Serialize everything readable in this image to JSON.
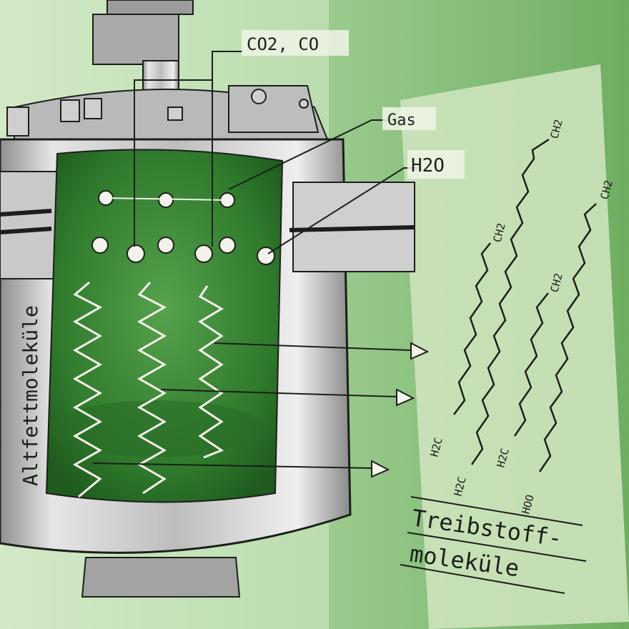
{
  "labels": {
    "co2_co": "CO2, CO",
    "gas": "Gas",
    "water": "H2O",
    "altfett": "Altfettmoleküle",
    "treibstoff_line1": "Treibstoff-",
    "treibstoff_line2": "moleküle"
  },
  "fuel_molecules": [
    {
      "start": "H2C",
      "end": "CH2"
    },
    {
      "start": "H2C",
      "end": "CH2"
    },
    {
      "start": "H2C",
      "end": "CH2"
    },
    {
      "start": "HOO",
      "end": "CH2"
    }
  ],
  "colors": {
    "background": "#cfe6c3",
    "panel": "#cde3bd",
    "reactor_fill": "#3f8a3a",
    "steel": "#a8a8a8",
    "ink": "#1b1f1a"
  }
}
